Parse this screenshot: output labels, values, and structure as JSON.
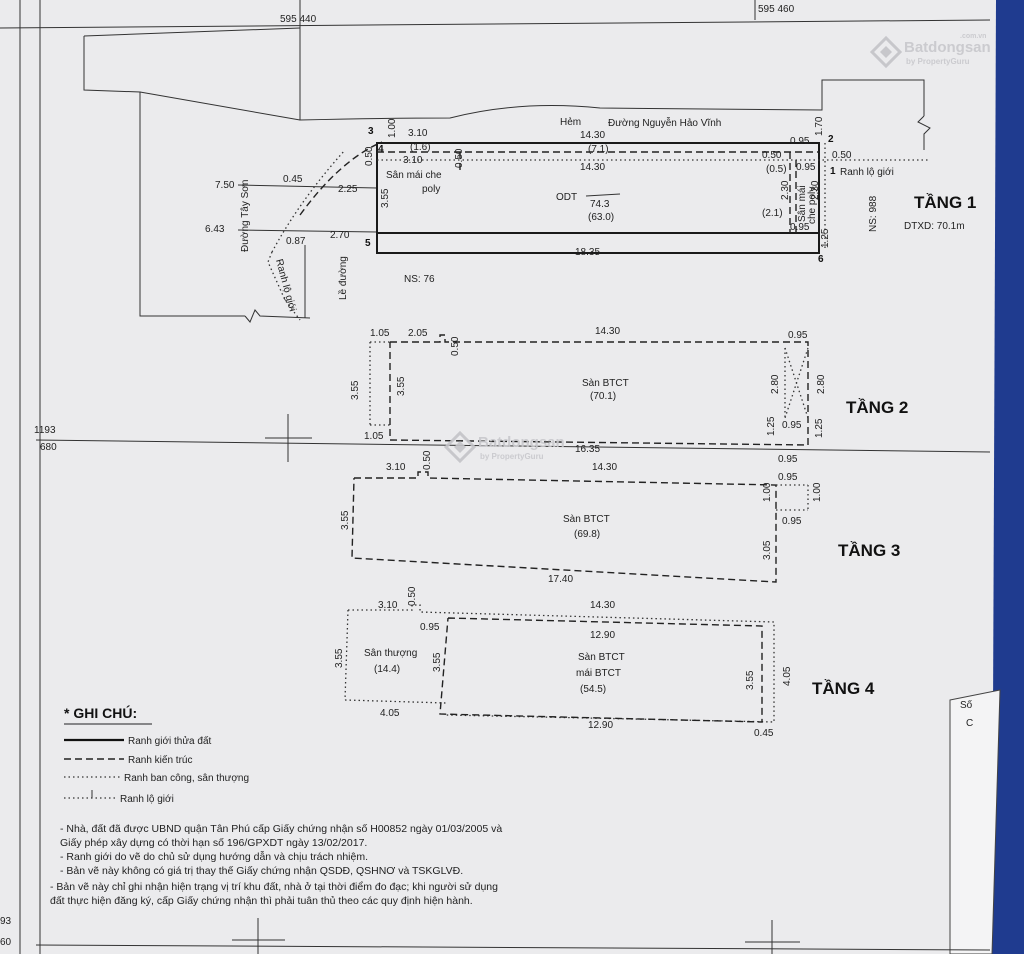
{
  "grid_top": {
    "left": "595 440",
    "right": "595 460"
  },
  "grid_left": {
    "top": "1193",
    "bottom": "680"
  },
  "grid_corner": {
    "top": "93",
    "bottom": "60"
  },
  "watermark": {
    "brand": "Batdongsan",
    "sub": "by PropertyGuru",
    "domain": ".com.vn"
  },
  "street": {
    "hem": "Hẻm",
    "name": "Đường Nguyễn Hảo Vĩnh",
    "side": "Đường Tây Sơn",
    "sidewalk": "Lề đường",
    "ranh_lo_gioi": "Ranh lộ giới",
    "ranh_lo_gioi_2": "Ranh lộ giới"
  },
  "floor1": {
    "title": "TẦNG 1",
    "dtxd": "DTXD: 70.1m",
    "odt_label": "ODT",
    "odt_value": "74.3",
    "odt_sub": "(63.0)",
    "canopy": "Sân mái che",
    "canopy2": "poly",
    "canopy_small": "Sân mái",
    "canopy_small2": "che poly",
    "ns_left": "NS: 76",
    "ns_right": "NS: 988",
    "points": [
      "1",
      "2",
      "3",
      "4",
      "5",
      "6"
    ],
    "dims": {
      "top_left": "3.10",
      "top_mid": "14.30",
      "top_right": "0.95",
      "inner_left": "(1.6)",
      "inner_mid": "(7.1)",
      "inner_right": "(0.5)",
      "inner_left2": "3.10",
      "inner_mid2": "14.30",
      "inner_right2": "0.95",
      "v_top": "1.00",
      "v_top_right": "1.70",
      "half_l": "0.50",
      "half_m": "0.50",
      "half_r": "0.50",
      "half_r2": "0.50",
      "left_h": "3.55",
      "right_h": "2.30",
      "right_h2": "2.30",
      "inner_21": "(2.1)",
      "inner_095": "0.95",
      "right_bot": "1.25",
      "bottom": "18.35",
      "w750": "7.50",
      "w643": "6.43",
      "w045": "0.45",
      "w225": "2.25",
      "w087": "0.87",
      "w270": "2.70"
    }
  },
  "floor2": {
    "title": "TẦNG 2",
    "label": "Sàn BTCT",
    "area": "(70.1)",
    "dims": {
      "top_left": "1.05",
      "top_a": "2.05",
      "top_b": "14.30",
      "top_right": "0.95",
      "notch": "0.50",
      "left_out": "3.55",
      "left_in": "3.55",
      "right_in": "2.80",
      "right_out": "2.80",
      "bot_left": "1.05",
      "bottom": "16.35",
      "bot_r1": "1.25",
      "bot_r2": "0.95",
      "bot_r3": "1.25",
      "bot_r4": "0.95"
    }
  },
  "floor3": {
    "title": "TẦNG 3",
    "label": "Sàn BTCT",
    "area": "(69.8)",
    "dims": {
      "top_left": "3.10",
      "notch": "0.50",
      "top": "14.30",
      "top_right": "0.95",
      "left": "3.55",
      "r1": "1.00",
      "r2": "1.00",
      "r3": "0.95",
      "r4": "3.05",
      "bottom": "17.40"
    }
  },
  "floor4": {
    "title": "TẦNG 4",
    "terrace": "Sân thượng",
    "terrace_area": "(14.4)",
    "label": "Sàn BTCT",
    "label2": "mái BTCT",
    "area": "(54.5)",
    "dims": {
      "top_left": "3.10",
      "notch": "0.50",
      "top": "14.30",
      "inner_top": "12.90",
      "inner_left": "0.95",
      "left": "3.55",
      "mid": "3.55",
      "right_in": "3.55",
      "right_out": "4.05",
      "bot_left": "4.05",
      "bottom": "12.90",
      "bot_right": "0.45"
    }
  },
  "legend": {
    "title": "* GHI CHÚ:",
    "items": [
      "Ranh giới thửa đất",
      "Ranh kiến trúc",
      "Ranh ban công, sân thượng",
      "Ranh lộ giới"
    ]
  },
  "notes": [
    "- Nhà, đất đã được UBND quận Tân Phú cấp Giấy chứng nhận số H00852 ngày 01/03/2005 và",
    "Giấy phép xây dựng có thời hạn số 196/GPXDT ngày 13/02/2017.",
    "- Ranh giới do vẽ do chủ sử dụng hướng dẫn và chịu trách nhiệm.",
    "- Bản vẽ này không có giá trị thay thế Giấy chứng nhận QSDĐ, QSHNƠ và TSKGLVĐ.",
    "- Bản vẽ này chỉ ghi nhận hiện trạng vị trí khu đất, nhà ở tại thời điểm đo đạc; khi người sử dụng",
    "đất thực hiện đăng ký, cấp Giấy chứng nhận thì phải tuân thủ theo các quy định hiện hành."
  ],
  "corner_box": {
    "a": "Số",
    "b": "C"
  }
}
